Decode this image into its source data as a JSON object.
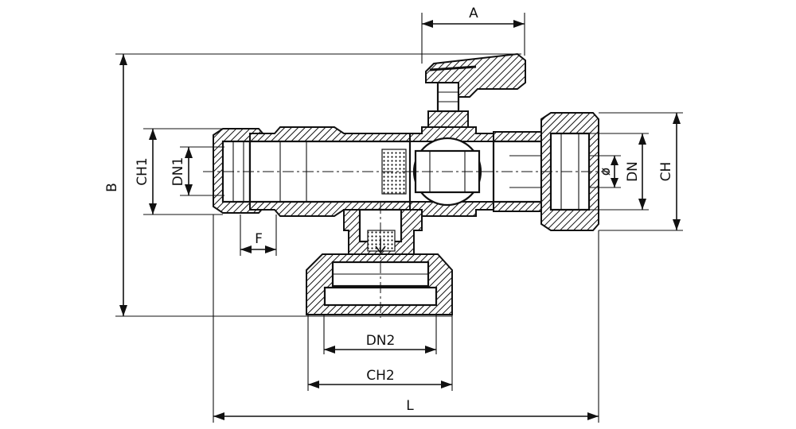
{
  "dimensions": {
    "A": "A",
    "B": "B",
    "CH1": "CH1",
    "DN1": "DN1",
    "F": "F",
    "DN2": "DN2",
    "CH2": "CH2",
    "L": "L",
    "phi": "ø",
    "DN": "DN",
    "CH": "CH"
  }
}
